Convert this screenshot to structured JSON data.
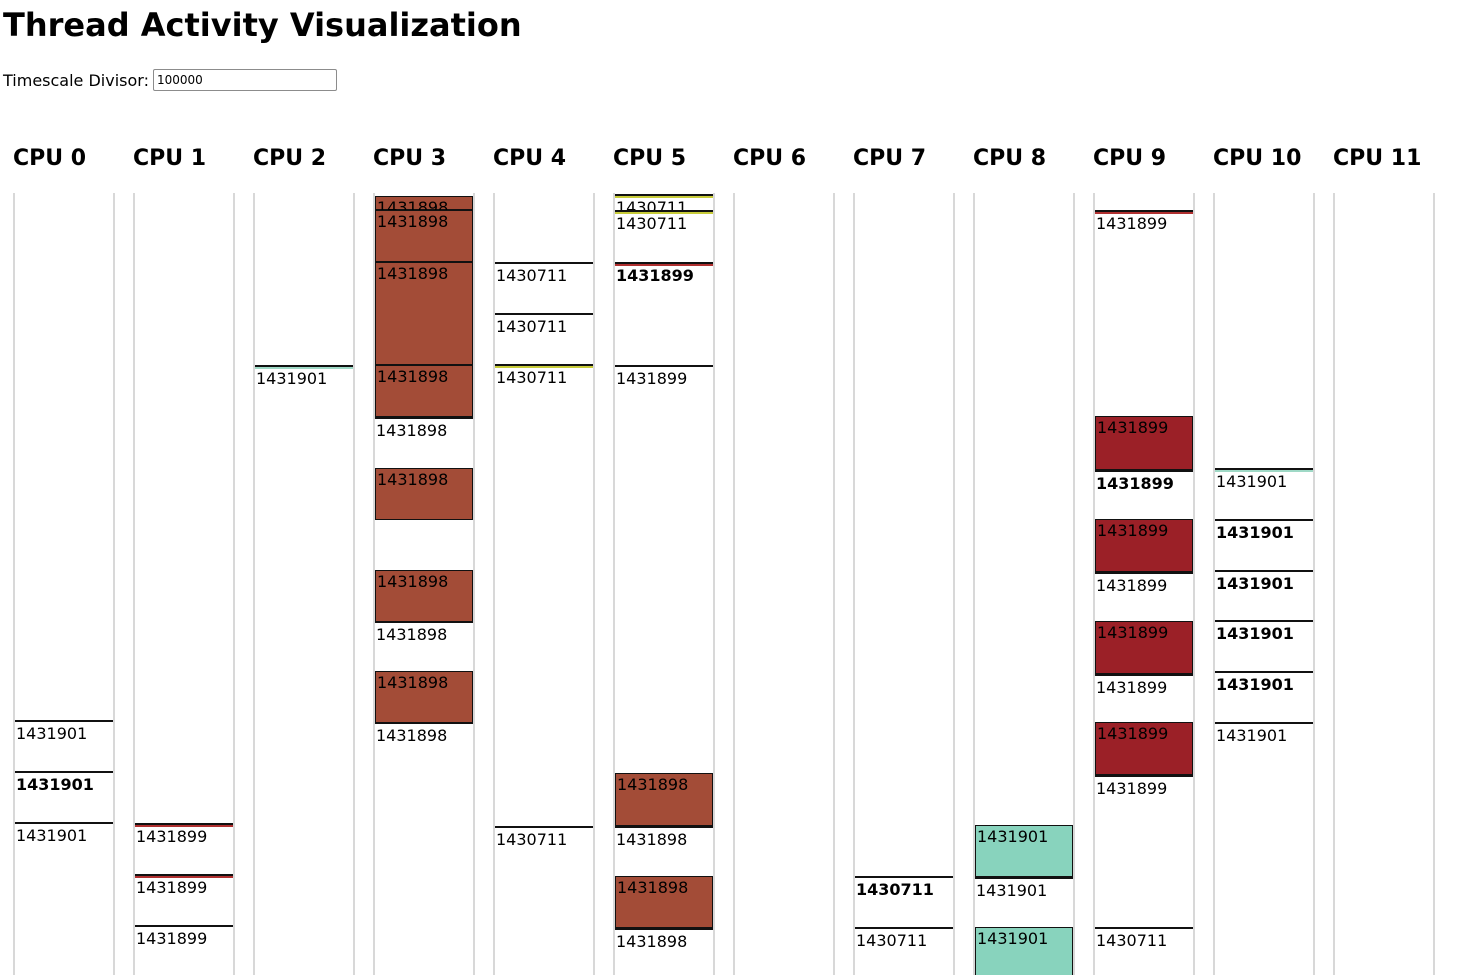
{
  "page": {
    "title": "Thread Activity Visualization"
  },
  "controls": {
    "timescale_label": "Timescale Divisor:",
    "timescale_value": "100000"
  },
  "colors": {
    "thread_1431898": "#a34c37",
    "thread_1431899": "#9b2027",
    "thread_1431901": "#88d3bd",
    "marker_1430711": "#c8cc3a",
    "marker_1431899": "#b03030",
    "marker_1431901": "#88d3bd"
  },
  "cpus": [
    {
      "label": "CPU 0",
      "events": [
        {
          "thread": "1431901",
          "t": 527,
          "d": 0,
          "weight": "normal"
        },
        {
          "thread": "1431901",
          "t": 578,
          "d": 0,
          "weight": "bold"
        },
        {
          "thread": "1431901",
          "t": 629,
          "d": 0,
          "weight": "normal"
        }
      ]
    },
    {
      "label": "CPU 1",
      "events": [
        {
          "thread": "1431899",
          "t": 630,
          "d": 0,
          "accent": "#b03030"
        },
        {
          "thread": "1431899",
          "t": 681,
          "d": 0,
          "accent": "#b03030"
        },
        {
          "thread": "1431899",
          "t": 732,
          "d": 0
        }
      ]
    },
    {
      "label": "CPU 2",
      "events": [
        {
          "thread": "1431901",
          "t": 172,
          "d": 0,
          "accent": "#9fd9c6"
        }
      ]
    },
    {
      "label": "CPU 3",
      "events": [
        {
          "thread": "1431898",
          "t": 3,
          "d": 14,
          "fill": "#a34c37"
        },
        {
          "thread": "1431898",
          "t": 17,
          "d": 52,
          "fill": "#a34c37"
        },
        {
          "thread": "1431898",
          "t": 69,
          "d": 103,
          "fill": "#a34c37"
        },
        {
          "thread": "1431898",
          "t": 172,
          "d": 52,
          "fill": "#a34c37"
        },
        {
          "thread": "1431898",
          "t": 224,
          "d": 0
        },
        {
          "thread": "1431898",
          "t": 275,
          "d": 52,
          "fill": "#a34c37"
        },
        {
          "thread": "1431898",
          "t": 377,
          "d": 52,
          "fill": "#a34c37"
        },
        {
          "thread": "1431898",
          "t": 428,
          "d": 0
        },
        {
          "thread": "1431898",
          "t": 478,
          "d": 52,
          "fill": "#a34c37"
        },
        {
          "thread": "1431898",
          "t": 529,
          "d": 0
        }
      ]
    },
    {
      "label": "CPU 4",
      "events": [
        {
          "thread": "1430711",
          "t": 69,
          "d": 0
        },
        {
          "thread": "1430711",
          "t": 120,
          "d": 0
        },
        {
          "thread": "1430711",
          "t": 171,
          "d": 0,
          "accent": "#c8cc3a"
        },
        {
          "thread": "1430711",
          "t": 633,
          "d": 0
        }
      ]
    },
    {
      "label": "CPU 5",
      "events": [
        {
          "thread": "1430711",
          "t": 1,
          "d": 0,
          "accent": "#c8cc3a"
        },
        {
          "thread": "1430711",
          "t": 17,
          "d": 0,
          "accent": "#c8cc3a"
        },
        {
          "thread": "1431899",
          "t": 69,
          "d": 0,
          "accent": "#b03030",
          "weight": "bold"
        },
        {
          "thread": "1431899",
          "t": 172,
          "d": 0
        },
        {
          "thread": "1431898",
          "t": 580,
          "d": 53,
          "fill": "#a34c37"
        },
        {
          "thread": "1431898",
          "t": 633,
          "d": 0
        },
        {
          "thread": "1431898",
          "t": 683,
          "d": 52,
          "fill": "#a34c37"
        },
        {
          "thread": "1431898",
          "t": 735,
          "d": 0
        }
      ]
    },
    {
      "label": "CPU 6",
      "events": []
    },
    {
      "label": "CPU 7",
      "events": [
        {
          "thread": "1430711",
          "t": 683,
          "d": 0,
          "weight": "bold"
        },
        {
          "thread": "1430711",
          "t": 734,
          "d": 0
        }
      ]
    },
    {
      "label": "CPU 8",
      "events": [
        {
          "thread": "1431901",
          "t": 632,
          "d": 52,
          "fill": "#88d3bd"
        },
        {
          "thread": "1431901",
          "t": 684,
          "d": 0
        },
        {
          "thread": "1431901",
          "t": 734,
          "d": 60,
          "fill": "#88d3bd"
        }
      ]
    },
    {
      "label": "CPU 9",
      "events": [
        {
          "thread": "1431899",
          "t": 17,
          "d": 0,
          "accent": "#b03030"
        },
        {
          "thread": "1431899",
          "t": 223,
          "d": 54,
          "fill": "#9b2027"
        },
        {
          "thread": "1431899",
          "t": 277,
          "d": 0,
          "weight": "bold"
        },
        {
          "thread": "1431899",
          "t": 326,
          "d": 53,
          "fill": "#9b2027"
        },
        {
          "thread": "1431899",
          "t": 379,
          "d": 0
        },
        {
          "thread": "1431899",
          "t": 428,
          "d": 53,
          "fill": "#9b2027"
        },
        {
          "thread": "1431899",
          "t": 481,
          "d": 0
        },
        {
          "thread": "1431899",
          "t": 529,
          "d": 53,
          "fill": "#9b2027"
        },
        {
          "thread": "1431899",
          "t": 582,
          "d": 0
        },
        {
          "thread": "1430711",
          "t": 734,
          "d": 0
        }
      ]
    },
    {
      "label": "CPU 10",
      "events": [
        {
          "thread": "1431901",
          "t": 275,
          "d": 0,
          "accent": "#9fd9c6"
        },
        {
          "thread": "1431901",
          "t": 326,
          "d": 0,
          "weight": "bold"
        },
        {
          "thread": "1431901",
          "t": 377,
          "d": 0,
          "weight": "bold"
        },
        {
          "thread": "1431901",
          "t": 427,
          "d": 0,
          "weight": "bold"
        },
        {
          "thread": "1431901",
          "t": 478,
          "d": 0,
          "weight": "bold"
        },
        {
          "thread": "1431901",
          "t": 529,
          "d": 0
        }
      ]
    },
    {
      "label": "CPU 11",
      "events": []
    }
  ]
}
